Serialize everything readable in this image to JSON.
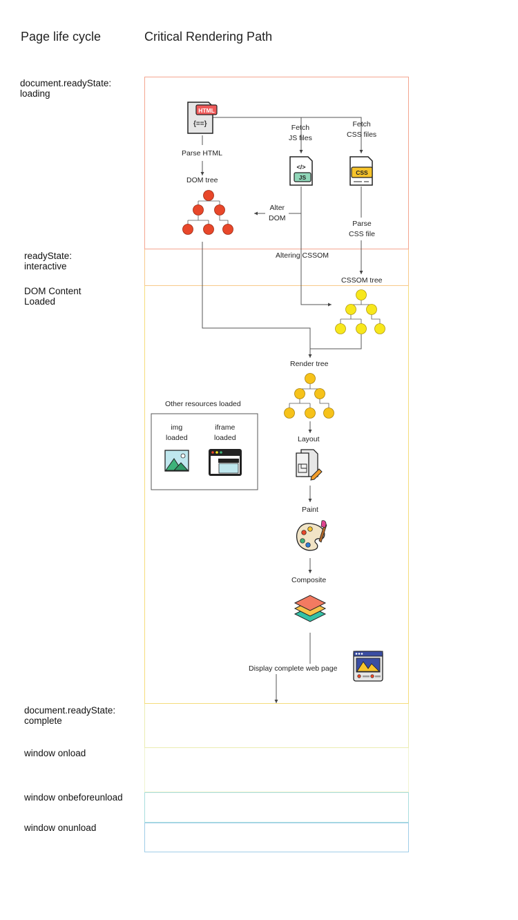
{
  "headings": {
    "life_cycle": "Page life cycle",
    "crp": "Critical Rendering Path"
  },
  "stages": {
    "loading": [
      "document.readyState:",
      "loading"
    ],
    "interactive": [
      "readyState:",
      "interactive"
    ],
    "dcl": [
      "DOM Content",
      "Loaded"
    ],
    "complete": [
      "document.readyState:",
      "complete"
    ],
    "onload": "window onload",
    "onbeforeunload": "window onbeforeunload",
    "onunload": "window onunload"
  },
  "labels": {
    "parse_html": "Parse HTML",
    "dom_tree": "DOM tree",
    "fetch_js": [
      "Fetch",
      "JS files"
    ],
    "fetch_css": [
      "Fetch",
      "CSS files"
    ],
    "alter_dom": [
      "Alter",
      "DOM"
    ],
    "parse_css": [
      "Parse",
      "CSS file"
    ],
    "altering_cssom": "Altering CSSOM",
    "cssom_tree": "CSSOM tree",
    "render_tree": "Render tree",
    "other_resources": "Other resources loaded",
    "img_loaded": [
      "img",
      "loaded"
    ],
    "iframe_loaded": [
      "iframe",
      "loaded"
    ],
    "layout": "Layout",
    "paint": "Paint",
    "composite": "Composite",
    "display": "Display complete web page"
  },
  "icons": {
    "html_file": {
      "name": "html-file-icon",
      "text": "HTML"
    },
    "js_file": {
      "name": "js-file-icon",
      "text": "JS"
    },
    "css_file": {
      "name": "css-file-icon",
      "text": "CSS"
    }
  },
  "colors": {
    "loading_border": "#f4a58f",
    "interactive_border": "#f7c98a",
    "dcl_border": "#f5dc7a",
    "complete_border": "#ebecb2",
    "onload_border": "#f0f3d0",
    "onbeforeunload_border": "#a9dede",
    "onunload_border": "#9fcde8",
    "dom_node": "#e8472a",
    "cssom_node": "#f7e71c",
    "render_node": "#f6c21a",
    "line": "#555555"
  }
}
